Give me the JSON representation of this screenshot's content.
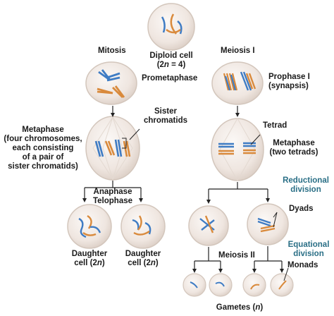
{
  "labels": {
    "diploid_line1": "Diploid cell",
    "diploid_line2_pre": "(2",
    "diploid_line2_n": "n",
    "diploid_line2_post": " = 4)",
    "mitosis": "Mitosis",
    "meiosis1": "Meiosis I",
    "prometaphase": "Prometaphase",
    "prophase1_line1": "Prophase I",
    "prophase1_line2": "(synapsis)",
    "sister_line1": "Sister",
    "sister_line2": "chromatids",
    "metaphase_line1": "Metaphase",
    "metaphase_line2": "(four chromosomes,",
    "metaphase_line3": "each consisting",
    "metaphase_line4": "of a pair of",
    "metaphase_line5": "sister chromatids)",
    "tetrad": "Tetrad",
    "metaphase2_line1": "Metaphase",
    "metaphase2_line2": "(two tetrads)",
    "reductional_line1": "Reductional",
    "reductional_line2": "division",
    "anaphase": "Anaphase",
    "telophase": "Telophase",
    "dyads": "Dyads",
    "equational_line1": "Equational",
    "equational_line2": "division",
    "daughter1_line1": "Daughter",
    "daughter1_line2_pre": "cell (2",
    "daughter1_line2_n": "n",
    "daughter1_line2_post": ")",
    "daughter2_line1": "Daughter",
    "daughter2_line2_pre": "cell (2",
    "daughter2_line2_n": "n",
    "daughter2_line2_post": ")",
    "meiosis2": "Meiosis II",
    "monads": "Monads",
    "gametes_pre": "Gametes (",
    "gametes_n": "n",
    "gametes_post": ")"
  },
  "colors": {
    "cell_fill": "#f2ebe6",
    "cell_edge": "#d9cdc4",
    "chromosome_blue": "#3f7cc4",
    "chromosome_orange": "#d98a3c",
    "spindle": "#e9e2dc",
    "teal_text": "#2a6f86",
    "line": "#222222"
  }
}
